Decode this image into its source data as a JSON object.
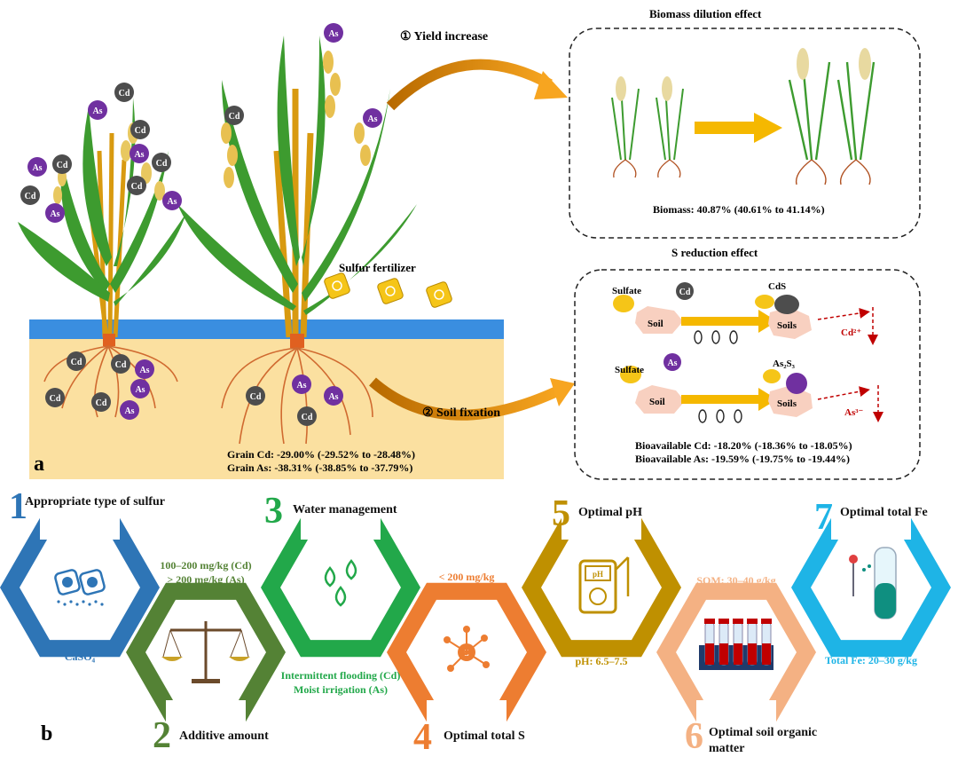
{
  "panel_a": {
    "label": "a",
    "yield_increase": "① Yield increase",
    "soil_fixation": "② Soil fixation",
    "sulfur_fertilizer": "Sulfur fertilizer",
    "grain_cd": "Grain Cd: -29.00% (-29.52% to -28.48%)",
    "grain_as": "Grain As:  -38.31% (-38.85% to -37.79%)",
    "ion_cd": "Cd",
    "ion_as": "As",
    "biomass_box": {
      "title": "Biomass dilution effect",
      "stat": "Biomass: 40.87% (40.61% to 41.14%)"
    },
    "s_reduction_box": {
      "title": "S reduction effect",
      "sulfate": "Sulfate",
      "soil": "Soil",
      "soils": "Soils",
      "cds": "CdS",
      "cd_ion": "Cd²⁺",
      "as2s3": "As₂S₃",
      "as_ion": "As³⁻",
      "bioavailable_cd": "Bioavailable Cd: -18.20% (-18.36% to -18.05%)",
      "bioavailable_as": "Bioavailable As:  -19.59% (-19.75% to -19.44%)"
    }
  },
  "panel_b": {
    "label": "b",
    "factors": [
      {
        "num": "1",
        "title": "Appropriate type of sulfur",
        "detail": [
          "CaSO₄"
        ],
        "color": "#2e75b6",
        "icon": "sulfur-granules-icon"
      },
      {
        "num": "2",
        "title": "Additive amount",
        "detail": [
          "100–200 mg/kg (Cd)",
          "> 200 mg/kg (As)"
        ],
        "color": "#548235",
        "icon": "balance-scale-icon"
      },
      {
        "num": "3",
        "title": "Water management",
        "detail": [
          "Intermittent flooding (Cd)",
          "Moist irrigation (As)"
        ],
        "color": "#22a84a",
        "icon": "water-drops-icon"
      },
      {
        "num": "4",
        "title": "Optimal total S",
        "detail": [
          "< 200 mg/kg"
        ],
        "color": "#ed7d31",
        "icon": "sulfur-atom-icon"
      },
      {
        "num": "5",
        "title": "Optimal pH",
        "detail": [
          "pH: 6.5–7.5"
        ],
        "color": "#bf9000",
        "icon": "ph-meter-icon"
      },
      {
        "num": "6",
        "title": "Optimal soil organic",
        "title2": "matter",
        "detail": [
          "SOM: 30–40 g/kg"
        ],
        "color": "#f4b183",
        "icon": "test-tube-rack-icon"
      },
      {
        "num": "7",
        "title": "Optimal total Fe",
        "detail": [
          "Total Fe: 20–30 g/kg"
        ],
        "color": "#1eb4e6",
        "icon": "test-tube-dropper-icon"
      }
    ],
    "ph_meter_text": "pH"
  },
  "colors": {
    "cd_ion": "#4d4d4d",
    "as_ion": "#7030a0",
    "water": "#3a8ee0",
    "soil": "#fbe0a0",
    "arrow_orange": "#e08a10",
    "arrow_yellow": "#f5b800",
    "red_dashed": "#c00000"
  }
}
